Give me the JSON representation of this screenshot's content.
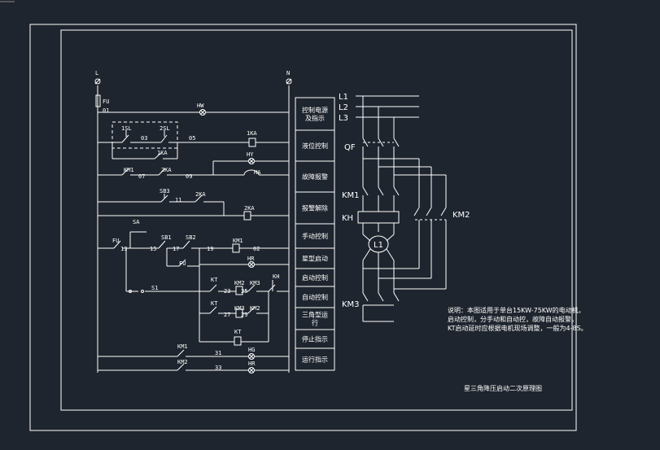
{
  "title_block": {
    "caption": "星三角降压启动二次原理图"
  },
  "note": {
    "line1": "说明：本图适用于单台15KW-75KW的电动机，",
    "line2": "启动控制，分手动和自动控，故障自动报警。",
    "line3": "KT启动延时应根据电机现场调整，一般为4-8S。"
  },
  "function_labels": [
    "控制电源及指示",
    "液位控制",
    "故障报警",
    "报警解除",
    "手动控制",
    "星型启动",
    "启动控制",
    "自动控制",
    "三角型运行",
    "停止指示",
    "运行指示"
  ],
  "supply": {
    "left_terminal": "L",
    "right_terminal": "N",
    "fuse": "FU",
    "node01": "01"
  },
  "control": {
    "hl_power": "HW",
    "float_a": "1SL",
    "float_b": "2SL",
    "node03": "03",
    "node05": "05",
    "relay_1ka": "1KA",
    "contact_1ka": "1KA",
    "km1_contact": "KM1",
    "node07": "07",
    "contact_2ka": "2KA",
    "node09": "09",
    "fault_lamp": "HY",
    "buzzer": "HA",
    "reset_btn": "SB3",
    "node11": "11",
    "contact_2ka_b": "2KA",
    "relay_2ka": "2KA",
    "selector": "SA",
    "fu2": "FU",
    "node13": "13",
    "node15": "15",
    "sb1": "SB1",
    "sb2": "SB2",
    "node17": "17",
    "node19": "19",
    "km1_coil": "KM1",
    "node02": "02",
    "fu_aux": "FU",
    "hr_lamp": "HR",
    "kt_a": "KT",
    "km2_a": "KM2",
    "node23": "23",
    "km3_a": "KM3",
    "node25": "25",
    "km_h": "KH",
    "kt_b": "KT",
    "km3_b": "KM3",
    "node27": "27",
    "km2_b": "KM2",
    "node29": "29",
    "kt_coil": "KT",
    "s1": "S1",
    "km1_row": "KM1",
    "node31": "31",
    "hg_lamp": "HG",
    "km2_row": "KM2",
    "node33": "33",
    "hr2_lamp": "HR"
  },
  "power": {
    "phases": [
      "L1",
      "L2",
      "L3"
    ],
    "breaker": "QF",
    "km1": "KM1",
    "overload": "KH",
    "motor": "L1",
    "km2": "KM2",
    "km3": "KM3"
  }
}
